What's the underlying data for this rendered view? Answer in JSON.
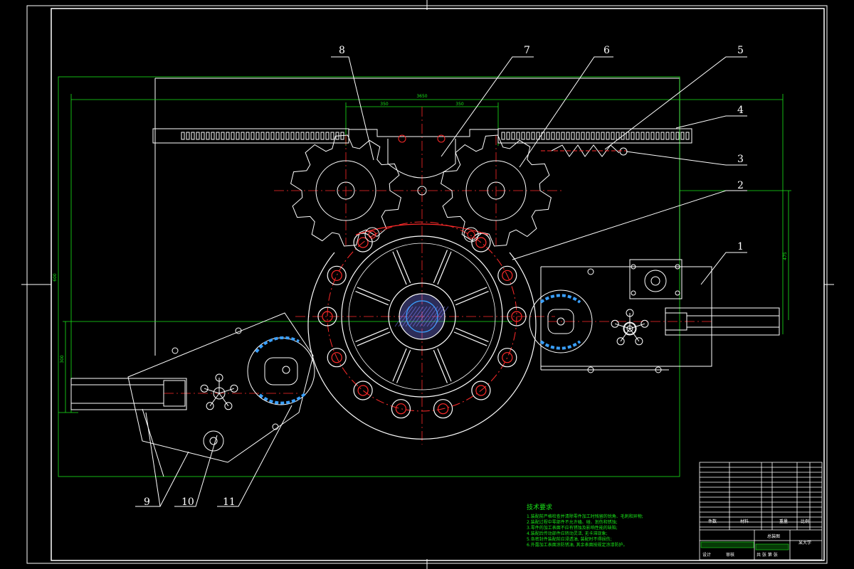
{
  "colors": {
    "background": "#000000",
    "outline": "#ffffff",
    "centerline": "#ff2a2a",
    "dimension": "#19e619",
    "accent_blue": "#3aa0ff",
    "hatch": "#8080ff"
  },
  "callouts": [
    "1",
    "2",
    "3",
    "4",
    "5",
    "6",
    "7",
    "8",
    "9",
    "10",
    "11"
  ],
  "dimensions": {
    "overall_width": "3650",
    "left_half": "350",
    "right_half": "350",
    "overall_height": "600",
    "right_height": "475",
    "left_height": "300"
  },
  "technical_requirements": {
    "title": "技术要求",
    "lines": [
      "1.装配前严格检查并清除零件加工时残留的锐角、毛刺和异物;",
      "2.装配过程中零部件不允许磕、碰、划伤和锈蚀;",
      "3.零件的加工表面不应有锈蚀及影响性能的缺陷;",
      "4.装配后传动部件应转动灵活, 无卡滞现象;",
      "5.各密封件装配前应浸透油, 装配时不得损伤;",
      "6.外露加工表面涂防锈油, 其余表面按规定涂漆防护。"
    ]
  },
  "title_block": {
    "drawing_name": "总装图",
    "label_qty": "件数",
    "label_material": "材料",
    "label_weight": "重量",
    "label_scale": "比例",
    "label_drawn": "设计",
    "label_checked": "审核",
    "label_sheet": "共 张 第 张",
    "school": "某大学"
  }
}
